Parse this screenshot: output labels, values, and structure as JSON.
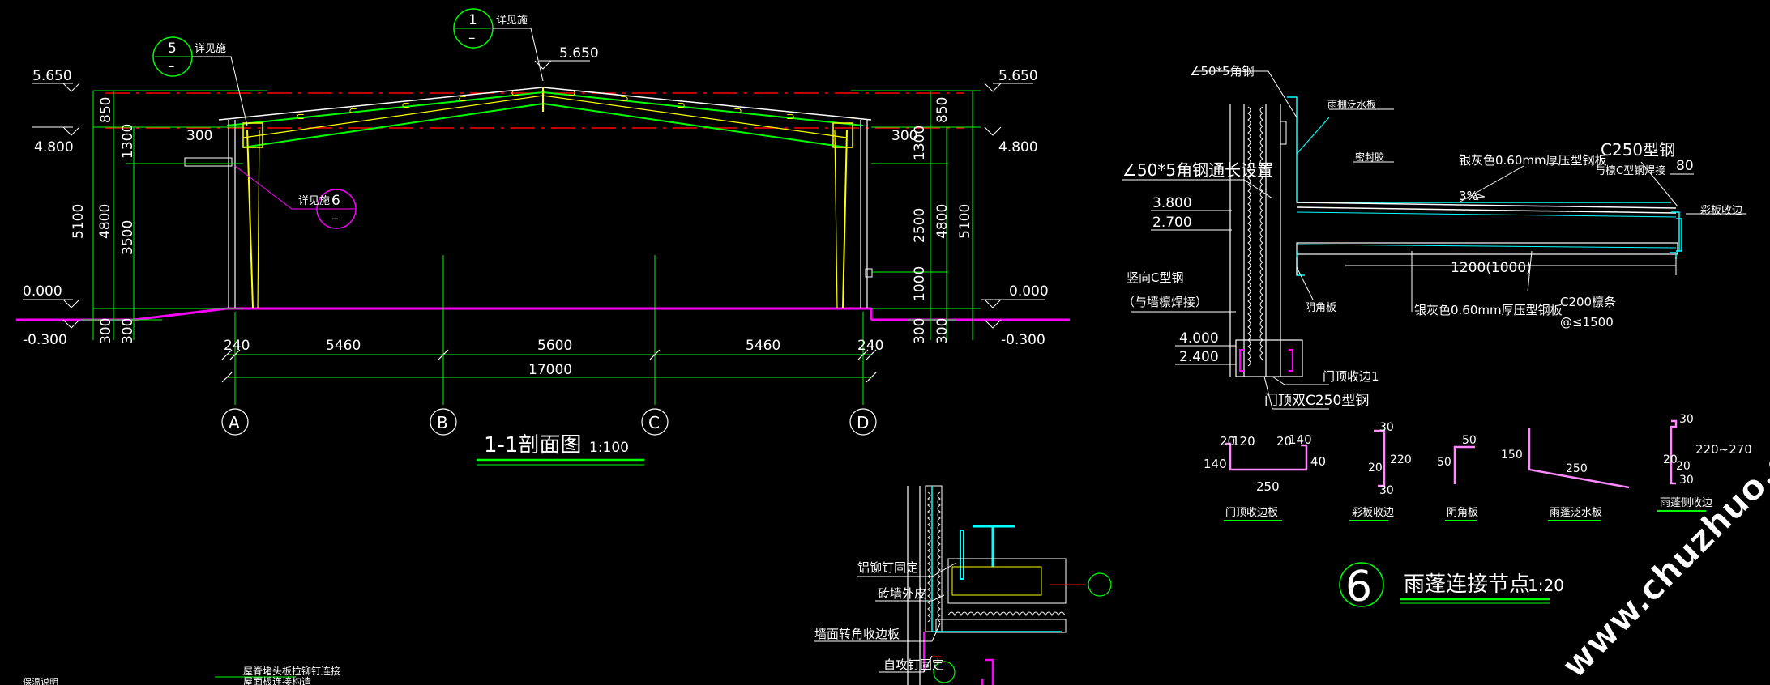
{
  "section": {
    "title": "1-1剖面图",
    "scale": "1:100",
    "axes": [
      "A",
      "B",
      "C",
      "D"
    ],
    "bay_dims": [
      "240",
      "5460",
      "5600",
      "5460",
      "240"
    ],
    "total_dim": "17000",
    "ridge_elev": "5.650",
    "eave_elev_left": "5.650",
    "eave_elev_right": "5.650",
    "mid_elev_left": "4.800",
    "mid_elev_right": "4.800",
    "floor_elev_left": "0.000",
    "floor_elev_right": "0.000",
    "ground_elev_left": "-0.300",
    "ground_elev_right": "-0.300",
    "left_dims": {
      "d850": "850",
      "d1300": "1300",
      "d5100": "5100",
      "d4800": "4800",
      "d3500": "3500",
      "d300a": "300",
      "d300b": "300",
      "d300side": "300"
    },
    "right_dims": {
      "d850": "850",
      "d1300": "1300",
      "d2500": "2500",
      "d4800": "4800",
      "d5100": "5100",
      "d1000": "1000",
      "d300a": "300",
      "d300b": "300",
      "d300side": "300"
    },
    "callout_1": {
      "num": "1",
      "label": "详见施"
    },
    "callout_5": {
      "num": "5",
      "label": "详见施"
    },
    "callout_6": {
      "num": "6",
      "label": "详见施"
    }
  },
  "canopy": {
    "title_num": "6",
    "title": "雨蓬连接节点",
    "scale": "1:20",
    "labels": {
      "angle_top": "∠50*5角钢",
      "flashing": "雨棚泛水板",
      "sealant": "密封胶",
      "top_sheet": "银灰色0.60mm厚压型钢板",
      "c250": "C250型钢",
      "c250_note": "与檩C型钢焊接",
      "d80": "80",
      "slope": "3%",
      "edge_trim": "彩板收边",
      "angle_full": "∠50*5角钢通长设置",
      "elev_380": "3.800",
      "elev_270": "2.700",
      "span": "1200(1000)",
      "vert_c": "竖向C型钢",
      "vert_c_note": "（与墙檩焊接）",
      "corner": "阴角板",
      "bottom_sheet": "银灰色0.60mm厚压型钢板",
      "c200": "C200檩条",
      "c200_spacing": "@≤1500",
      "elev_400": "4.000",
      "elev_240": "2.400",
      "door_trim1": "门顶收边1",
      "door_c250": "门顶双C250型钢"
    },
    "trims": {
      "t1": {
        "name": "门顶收边板",
        "d20a": "20",
        "d120": "120",
        "d20b": "20",
        "d140a": "140",
        "d140b": "140",
        "d40": "40",
        "d250": "250"
      },
      "t2": {
        "name": "彩板收边",
        "d30a": "30",
        "d20": "20",
        "d220": "220",
        "d30b": "30"
      },
      "t3": {
        "name": "阴角板",
        "d50a": "50",
        "d50b": "50"
      },
      "t4": {
        "name": "雨蓬泛水板",
        "d150": "150",
        "d250": "250"
      },
      "t5": {
        "name": "雨蓬侧收边",
        "d30a": "30",
        "d20": "20",
        "d20b": "20",
        "d30b": "30",
        "range": "220~270"
      }
    }
  },
  "wall_detail": {
    "rivet": "铝铆钉固定",
    "brick": "砖墙外皮",
    "corner_trim": "墙面转角收边板",
    "screw": "自攻钉固定"
  },
  "bottom_notes": {
    "left_small": "保温说明",
    "note1": "屋脊堵头板拉铆钉连接",
    "note2": "屋面板连接构造"
  },
  "watermark": "www.chuzhuo.com"
}
